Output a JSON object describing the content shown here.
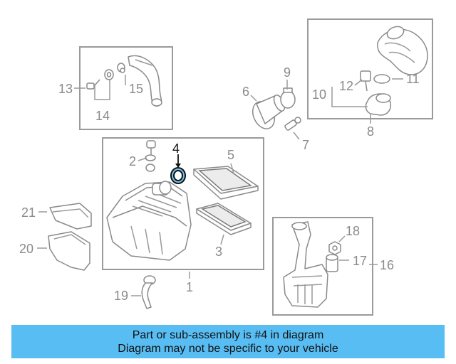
{
  "diagram": {
    "highlighted_part": "4",
    "part_numbers": {
      "p1": "1",
      "p2": "2",
      "p3": "3",
      "p4": "4",
      "p5": "5",
      "p6": "6",
      "p7": "7",
      "p8": "8",
      "p9": "9",
      "p10": "10",
      "p11": "11",
      "p12": "12",
      "p13": "13",
      "p14": "14",
      "p15": "15",
      "p16": "16",
      "p17": "17",
      "p18": "18",
      "p19": "19",
      "p20": "20",
      "p21": "21"
    }
  },
  "banner": {
    "line1": "Part or sub-assembly is #4 in diagram",
    "line2": "Diagram may not be specific to your vehicle",
    "color": "#58bdf3"
  },
  "colors": {
    "highlight": "#6ec6f2",
    "line_gray": "#9a9a9a"
  }
}
